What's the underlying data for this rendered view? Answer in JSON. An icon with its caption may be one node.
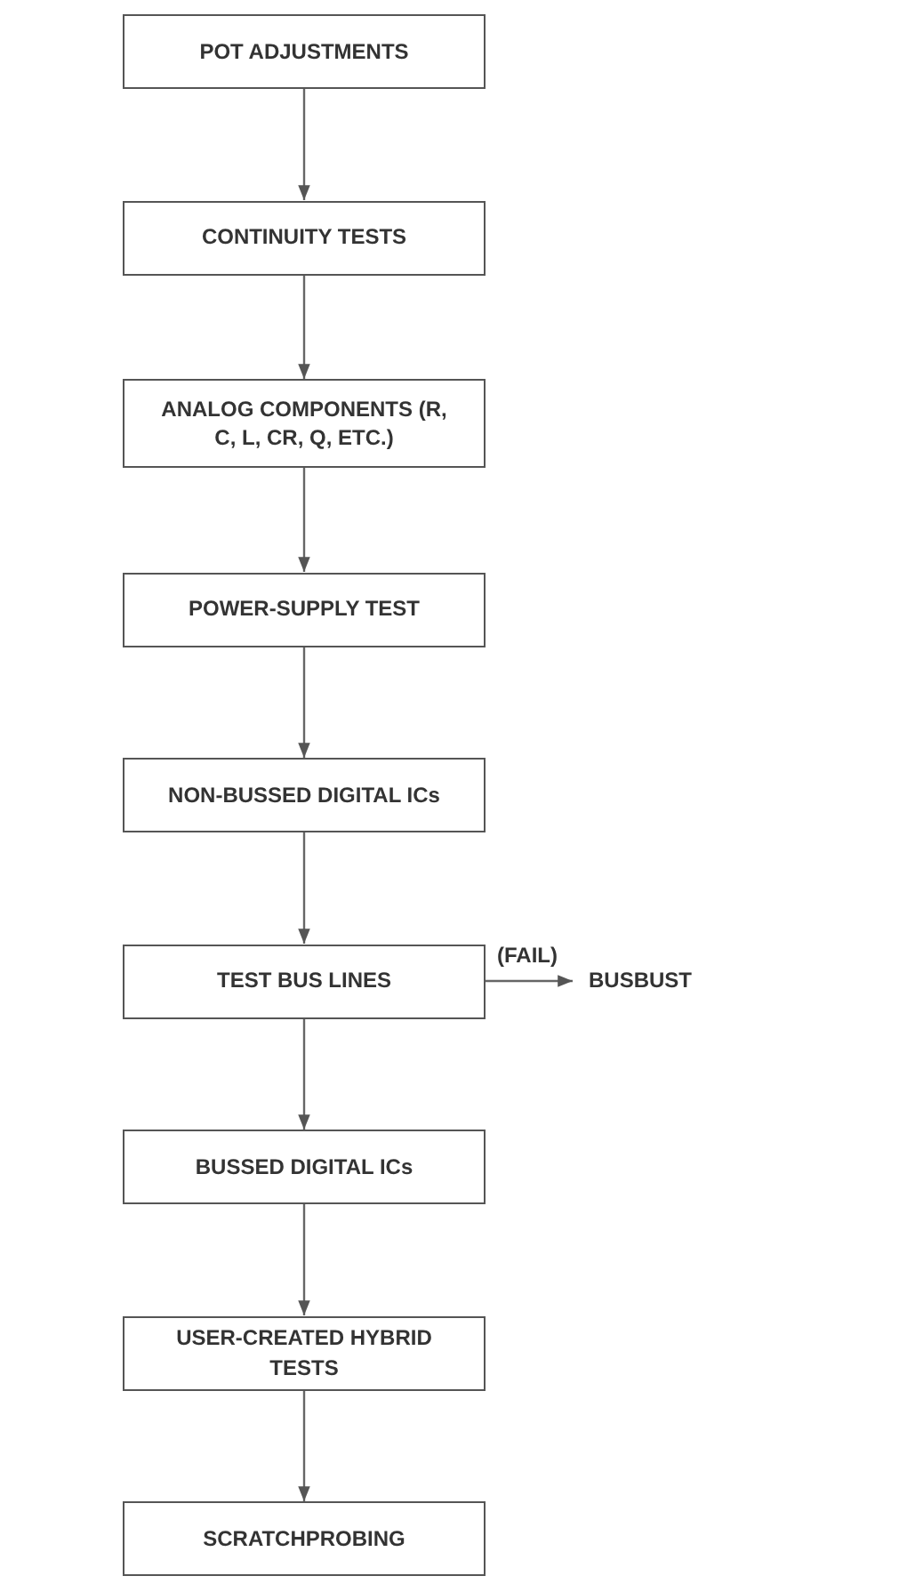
{
  "diagram": {
    "nodes": [
      {
        "text": [
          "POT ADJUSTMENTS"
        ]
      },
      {
        "text": [
          "CONTINUITY TESTS"
        ]
      },
      {
        "text": [
          "ANALOG COMPONENTS (R, C, L, CR, Q, ETC.)"
        ]
      },
      {
        "text": [
          "POWER-SUPPLY TEST"
        ]
      },
      {
        "text": [
          "NON-BUSSED DIGITAL ICs"
        ]
      },
      {
        "text": [
          "TEST BUS LINES"
        ]
      },
      {
        "text": [
          "BUSSED DIGITAL ICs"
        ]
      },
      {
        "text": [
          "USER-CREATED HYBRID TESTS"
        ]
      },
      {
        "text": [
          "SCRATCHPROBING"
        ]
      },
      {
        "text": [
          "BUSBUST"
        ]
      }
    ],
    "edges": [
      {
        "from": 0,
        "to": 1,
        "arrow": "to"
      },
      {
        "from": 1,
        "to": 2,
        "arrow": "to"
      },
      {
        "from": 2,
        "to": 3,
        "arrow": "to"
      },
      {
        "from": 3,
        "to": 4,
        "arrow": "to"
      },
      {
        "from": 4,
        "to": 5,
        "arrow": "to"
      },
      {
        "from": 5,
        "to": 9,
        "arrow": "to",
        "label": "(FAIL)"
      },
      {
        "from": 5,
        "to": 6,
        "arrow": "to"
      },
      {
        "from": 6,
        "to": 7,
        "arrow": "to"
      },
      {
        "from": 7,
        "to": 8,
        "arrow": "to"
      }
    ]
  }
}
